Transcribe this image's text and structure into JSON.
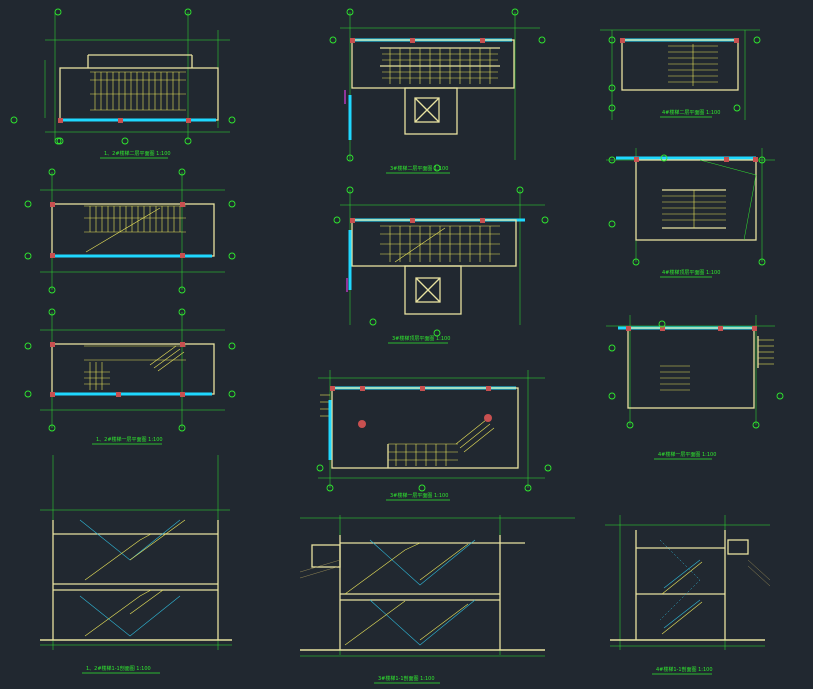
{
  "titles": {
    "p1": "1、2#楼梯二层平面图 1:100",
    "p2": "3#楼梯二层平面图 1:100",
    "p3": "4#楼梯二层平面图 1:100",
    "p4": "4#楼梯顶层平面图 1:100",
    "p5": "3#楼梯顶层平面图 1:100",
    "p6": "1、2#楼梯一层平面图 1:100",
    "p7": "4#楼梯一层平面图 1:100",
    "p8": "3#楼梯一层平面图 1:100",
    "s1": "1、2#楼梯1-1剖面图 1:100",
    "s2": "3#楼梯1-1剖面图 1:100",
    "s3": "4#楼梯1-1剖面图 1:100"
  },
  "colors": {
    "background": "#212830",
    "wall": "#e8e2a0",
    "dimension": "#2fe82f",
    "glazing": "#1fd8ff",
    "column": "#c85050",
    "section": "#2fb8d8"
  }
}
